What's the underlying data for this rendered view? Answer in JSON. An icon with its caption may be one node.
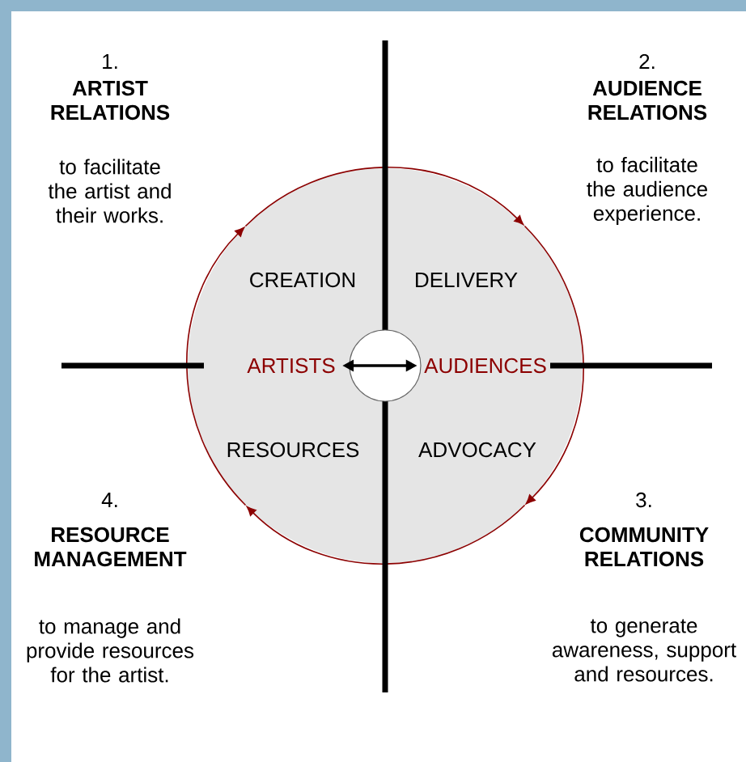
{
  "diagram": {
    "nodes": [
      {
        "text": [
          "ARTISTS"
        ]
      },
      {
        "text": [
          "AUDIENCES"
        ]
      }
    ],
    "edges": [
      {
        "from": 0,
        "to": 1,
        "arrow": "both"
      }
    ],
    "labels": [
      "1.",
      "ARTIST RELATIONS",
      "to facilitate the artist and their works.",
      "2.",
      "AUDIENCE RELATIONS",
      "to facilitate the audience experience.",
      "CREATION",
      "DELIVERY",
      "RESOURCES",
      "ADVOCACY",
      "4.",
      "RESOURCE MANAGEMENT",
      "to manage and provide resources for the artist.",
      "3.",
      "COMMUNITY RELATIONS",
      "to generate awareness, support and resources."
    ]
  }
}
